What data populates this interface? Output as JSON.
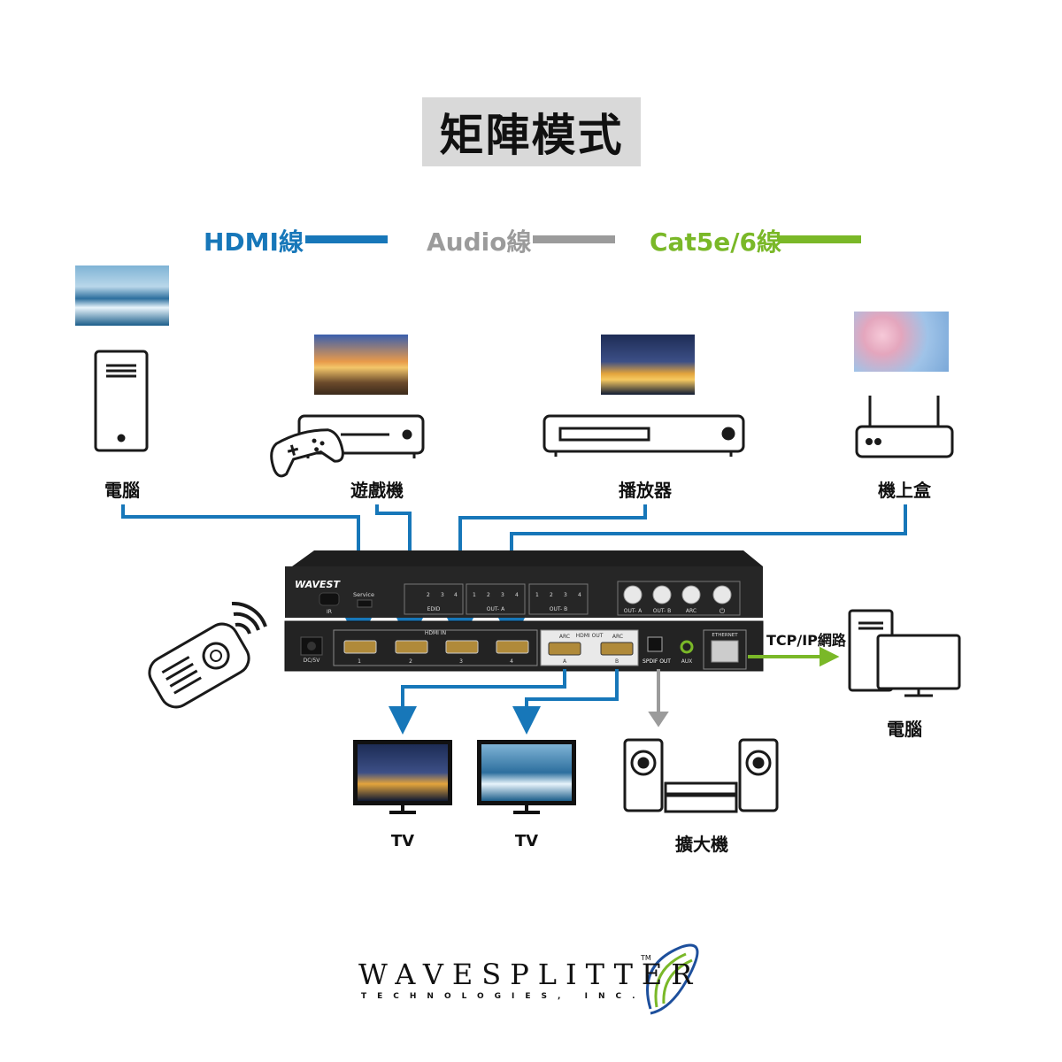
{
  "title": "矩陣模式",
  "legend": {
    "hdmi": {
      "label": "HDMI線",
      "color": "#1777b9"
    },
    "audio": {
      "label": "Audio線",
      "color": "#9b9b9b"
    },
    "cat": {
      "label": "Cat5e/6線",
      "color": "#7ab828"
    }
  },
  "sources": {
    "pc": "電腦",
    "game": "遊戲機",
    "player": "播放器",
    "stb": "機上盒"
  },
  "network_label": "TCP/IP網路",
  "network_pc_label": "電腦",
  "outputs": {
    "tv_a": "TV",
    "tv_b": "TV",
    "amp": "擴大機"
  },
  "device": {
    "brand": "WAVEST",
    "ir": "IR",
    "service": "Service",
    "edid": "EDID",
    "out_a": "OUT- A",
    "out_b": "OUT- B",
    "btn_out_a": "OUT- A",
    "btn_out_b": "OUT- B",
    "btn_arc": "ARC",
    "hdmi_in": "HDMI IN",
    "hdmi_out": "HDMI OUT",
    "arc": "ARC",
    "dc": "DC/5V",
    "spdif": "SPDIF OUT",
    "aux": "AUX",
    "ethernet": "ETHERNET",
    "in_ports": [
      "1",
      "2",
      "3",
      "4"
    ],
    "out_ports": [
      "A",
      "B"
    ],
    "switch_nums": [
      "1",
      "2",
      "3",
      "4"
    ]
  },
  "logo": {
    "name": "WAVESPLITTER",
    "sub": "TECHNOLOGIES, INC.",
    "tm": "TM"
  }
}
